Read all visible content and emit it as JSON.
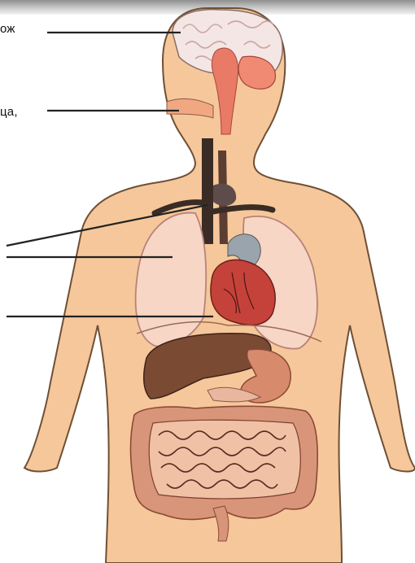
{
  "labels": {
    "brain": "ож",
    "mouth": "ца,"
  },
  "colors": {
    "skin": "#f6c79a",
    "skin_outline": "#6e5036",
    "brain": "#f4e6e4",
    "brain_fold": "#c9a7a2",
    "cerebellum": "#f08a72",
    "trachea": "#3a2c25",
    "lung": "#f7d6c6",
    "lung_outline": "#b7837a",
    "heart": "#c5423a",
    "liver": "#7a4a32",
    "stomach": "#d88a6d",
    "intestine": "#d9957a",
    "pointer_line": "#222222"
  },
  "icons": [
    "human-body-figure"
  ]
}
